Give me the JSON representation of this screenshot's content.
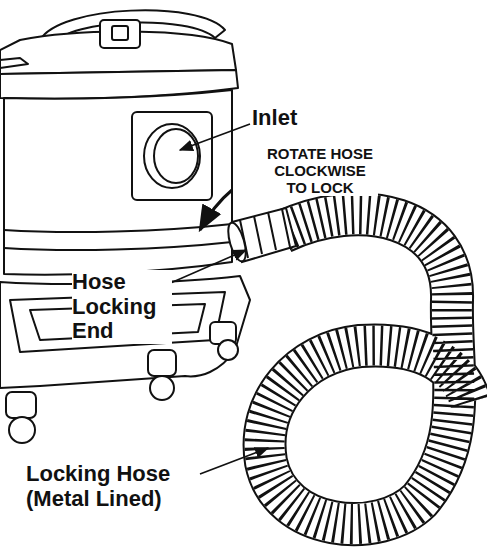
{
  "diagram": {
    "labels": [
      "Inlet",
      "ROTATE HOSE CLOCKWISE TO LOCK",
      "Hose Locking End",
      "Locking Hose (Metal Lined)"
    ]
  }
}
